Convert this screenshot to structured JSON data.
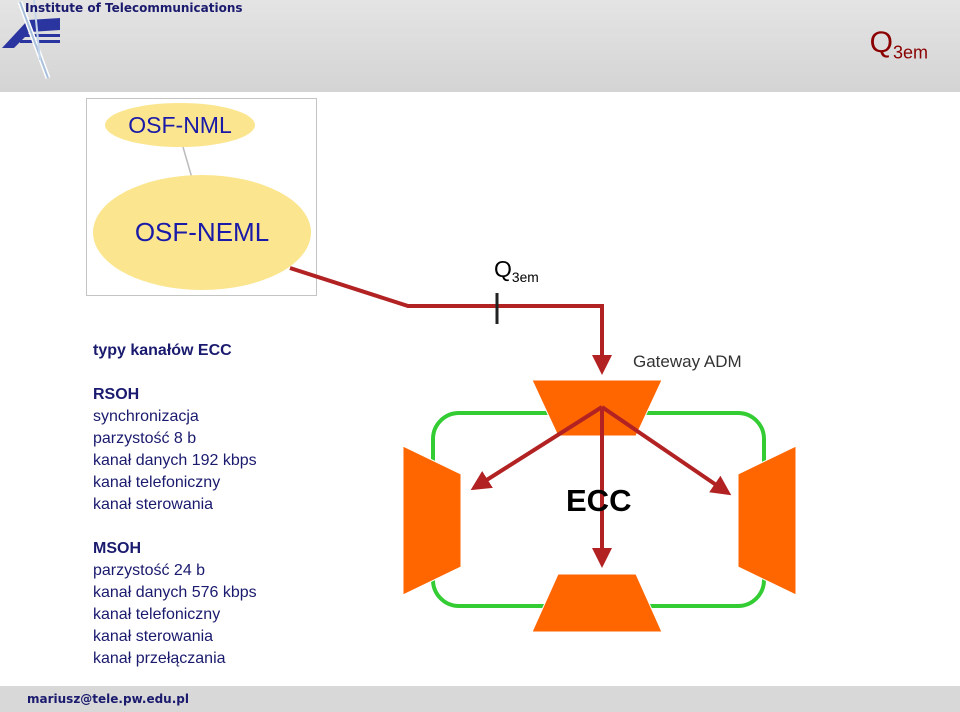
{
  "header": {
    "institute": "Institute of Telecommunications",
    "title_main": "Q",
    "title_sub": "3em"
  },
  "diagram": {
    "osf_nml": "OSF-NML",
    "osf_neml": "OSF-NEML",
    "interface_main": "Q",
    "interface_sub": "3em",
    "gateway": "Gateway ADM",
    "ecc": "ECC",
    "colors": {
      "ellipse": "#fbe68f",
      "ring": "#33cc33",
      "node": "#ff6600",
      "arrow": "#b22222"
    }
  },
  "left_panel": {
    "title": "typy kanałów ECC",
    "rsoh": {
      "heading": "RSOH",
      "lines": [
        "synchronizacja",
        "parzystość 8 b",
        "kanał danych 192 kbps",
        "kanał telefoniczny",
        "kanał sterowania"
      ]
    },
    "msoh": {
      "heading": "MSOH",
      "lines": [
        "parzystość 24 b",
        "kanał danych 576 kbps",
        "kanał telefoniczny",
        "kanał sterowania",
        "kanał przełączania"
      ]
    }
  },
  "footer": {
    "email": "mariusz@tele.pw.edu.pl"
  }
}
